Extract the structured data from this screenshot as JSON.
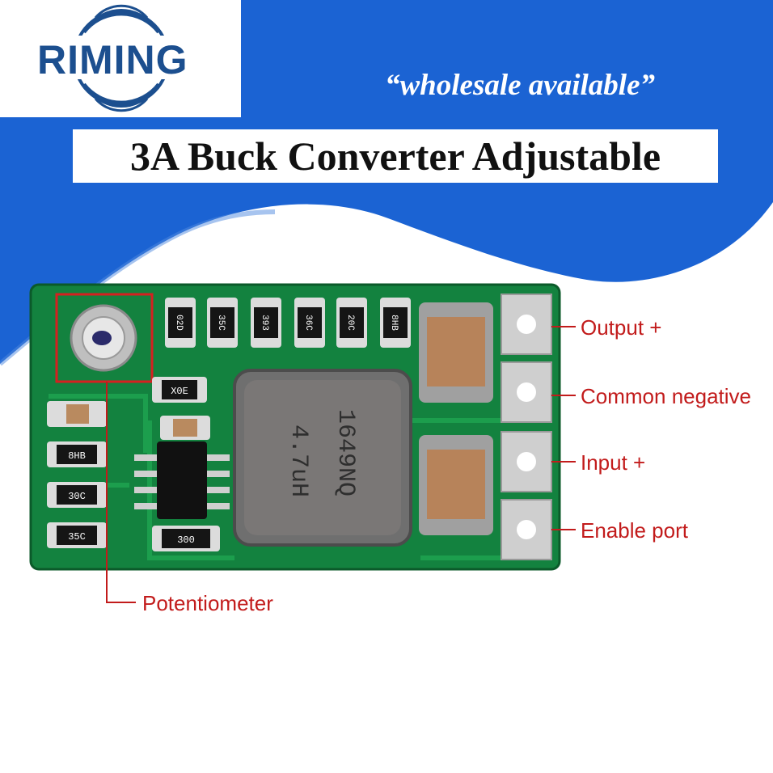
{
  "brand": {
    "logo_text": "RIMING",
    "tagline": "“wholesale available”"
  },
  "title": "3A Buck Converter Adjustable",
  "inductor_marking": [
    "4.7uH",
    "1649NQ"
  ],
  "smd_codes": [
    "02D",
    "35C",
    "393",
    "36C",
    "20C",
    "8HB",
    "X0E",
    "8HB",
    "30C",
    "35C",
    "300"
  ],
  "pin_labels": [
    {
      "label": "Output +"
    },
    {
      "label": "Common negative"
    },
    {
      "label": "Input +"
    },
    {
      "label": "Enable port"
    }
  ],
  "potentiometer_label": "Potentiometer",
  "colors": {
    "background_blue": "#1b63d3",
    "pcb_green": "#13823f",
    "callout_red": "#c21b1b",
    "logo_blue": "#1c4f8f"
  }
}
